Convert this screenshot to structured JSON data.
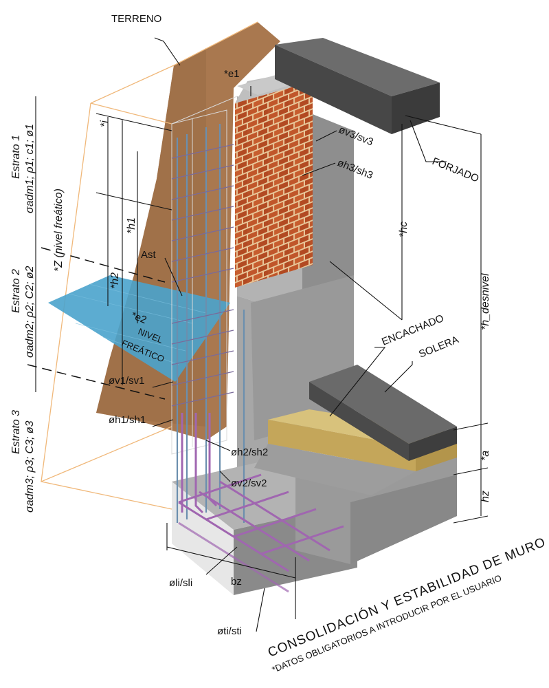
{
  "labels": {
    "terreno": "TERRENO",
    "forjado": "FORJADO",
    "encachado": "ENCACHADO",
    "solera": "SOLERA",
    "ast": "Ast",
    "nivel": "NIVEL",
    "freatico": "FREÁTICO",
    "e1": "*e1",
    "e2": "*e2",
    "i": "*i",
    "h1": "*h1",
    "h2": "*h2",
    "hc": "*hc",
    "h_desnivel": "*h_desnivel",
    "a": "*a",
    "hz": "hz",
    "bz": "bz",
    "z_nivel": "*Z (nivel freático)",
    "ov3": "øv3/sv3",
    "oh3": "øh3/sh3",
    "ov1": "øv1/sv1",
    "oh1": "øh1/sh1",
    "oh2": "øh2/sh2",
    "ov2": "øv2/sv2",
    "oli": "øli/sli",
    "oti": "øti/sti"
  },
  "strata": {
    "s1_name": "Estrato 1",
    "s1_params": "σadm1; ρ1; c1; ø1",
    "s2_name": "Estrato 2",
    "s2_params": "σadm2; ρ2; C2; ø2",
    "s3_name": "Estrato 3",
    "s3_params": "σadm3; ρ3; C3; ø3"
  },
  "title": {
    "main": "CONSOLIDACIÓN Y ESTABILIDAD DE MURO",
    "sub": "*DATOS OBLIGATORIOS A INTRODUCIR POR EL USUARIO"
  },
  "colors": {
    "soil": "#a9784f",
    "water": "#4aa3cc",
    "brick": "#c0562a",
    "mortar": "#e8c79a",
    "concrete_light": "#b8b8b8",
    "concrete_mid": "#9c9c9c",
    "concrete_dark": "#7f7f7f",
    "slab_top": "#6a6a6a",
    "slab_side": "#484848",
    "gravel": "#cdb46c",
    "rebar": "#a066b0",
    "ghost_line": "#f0b87a"
  }
}
